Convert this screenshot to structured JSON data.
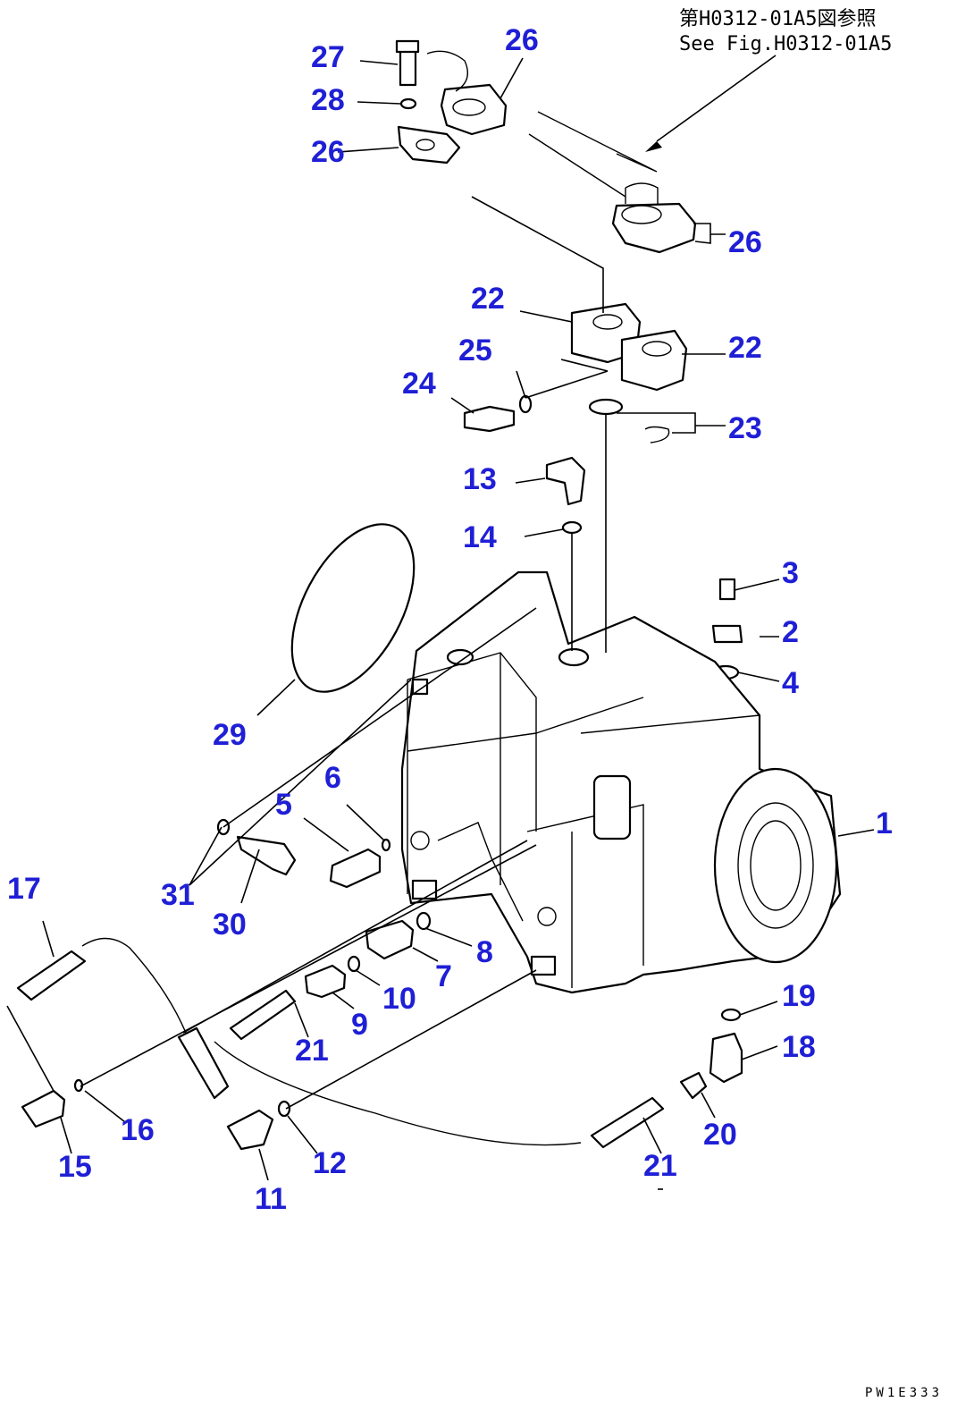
{
  "reference": {
    "line1": "第H0312-01A5図参照",
    "line2": "See Fig.H0312-01A5"
  },
  "diagram_code": "PW1E333",
  "accent_color": "#1f1fd6",
  "callouts": [
    {
      "id": "c27a",
      "label": "27"
    },
    {
      "id": "c28",
      "label": "28"
    },
    {
      "id": "c26a",
      "label": "26"
    },
    {
      "id": "c26b",
      "label": "26"
    },
    {
      "id": "c26c",
      "label": "26"
    },
    {
      "id": "c22a",
      "label": "22"
    },
    {
      "id": "c22b",
      "label": "22"
    },
    {
      "id": "c25",
      "label": "25"
    },
    {
      "id": "c24",
      "label": "24"
    },
    {
      "id": "c23",
      "label": "23"
    },
    {
      "id": "c13",
      "label": "13"
    },
    {
      "id": "c14",
      "label": "14"
    },
    {
      "id": "c3",
      "label": "3"
    },
    {
      "id": "c2",
      "label": "2"
    },
    {
      "id": "c4",
      "label": "4"
    },
    {
      "id": "c29",
      "label": "29"
    },
    {
      "id": "c6",
      "label": "6"
    },
    {
      "id": "c5",
      "label": "5"
    },
    {
      "id": "c1",
      "label": "1"
    },
    {
      "id": "c17",
      "label": "17"
    },
    {
      "id": "c31",
      "label": "31"
    },
    {
      "id": "c30",
      "label": "30"
    },
    {
      "id": "c8",
      "label": "8"
    },
    {
      "id": "c7",
      "label": "7"
    },
    {
      "id": "c10",
      "label": "10"
    },
    {
      "id": "c9",
      "label": "9"
    },
    {
      "id": "c19",
      "label": "19"
    },
    {
      "id": "c21a",
      "label": "21"
    },
    {
      "id": "c18",
      "label": "18"
    },
    {
      "id": "c16",
      "label": "16"
    },
    {
      "id": "c20",
      "label": "20"
    },
    {
      "id": "c15",
      "label": "15"
    },
    {
      "id": "c12",
      "label": "12"
    },
    {
      "id": "c21b",
      "label": "21"
    },
    {
      "id": "c11",
      "label": "11"
    }
  ]
}
